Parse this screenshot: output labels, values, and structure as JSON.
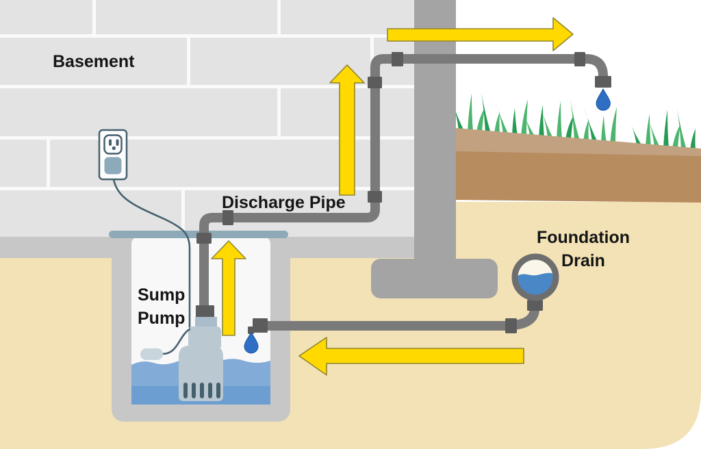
{
  "labels": {
    "basement": "Basement",
    "discharge_pipe": "Discharge Pipe",
    "sump_pump": "Sump Pump",
    "foundation_drain": "Foundation Drain"
  },
  "colors": {
    "arrow_yellow": "#ffd900",
    "arrow_outline": "#8f8530",
    "pipe_gray": "#7a7a7a",
    "fitting_gray": "#5c5c5c",
    "wall_block_gray": "#e3e3e3",
    "mortar_white": "#fafafa",
    "slab_gray": "#c7c7c7",
    "concrete_gray": "#a4a4a4",
    "soil_tan": "#f2e2b5",
    "topsoil_brown": "#c2a181",
    "subsoil_brown": "#b78c5f",
    "grass_light": "#4db56f",
    "grass_dark": "#259b53",
    "water_light": "#83abd8",
    "water_dark": "#6c9ed1",
    "drain_water": "#4a87c7",
    "droplet_blue": "#2e6fc4",
    "droplet_edge": "#1d55a8",
    "pump_body": "#bac8d2",
    "pump_neck": "#a9bcc9",
    "pump_slot": "#45606d",
    "lid_blue": "#8ea9b8",
    "outlet_trim": "#46606e",
    "plug_blue": "#8caaba",
    "float_gray": "#c8d5dc",
    "drain_ring": "#6e6e6e",
    "drain_white": "#faf6ea",
    "label_text": "#151515"
  }
}
